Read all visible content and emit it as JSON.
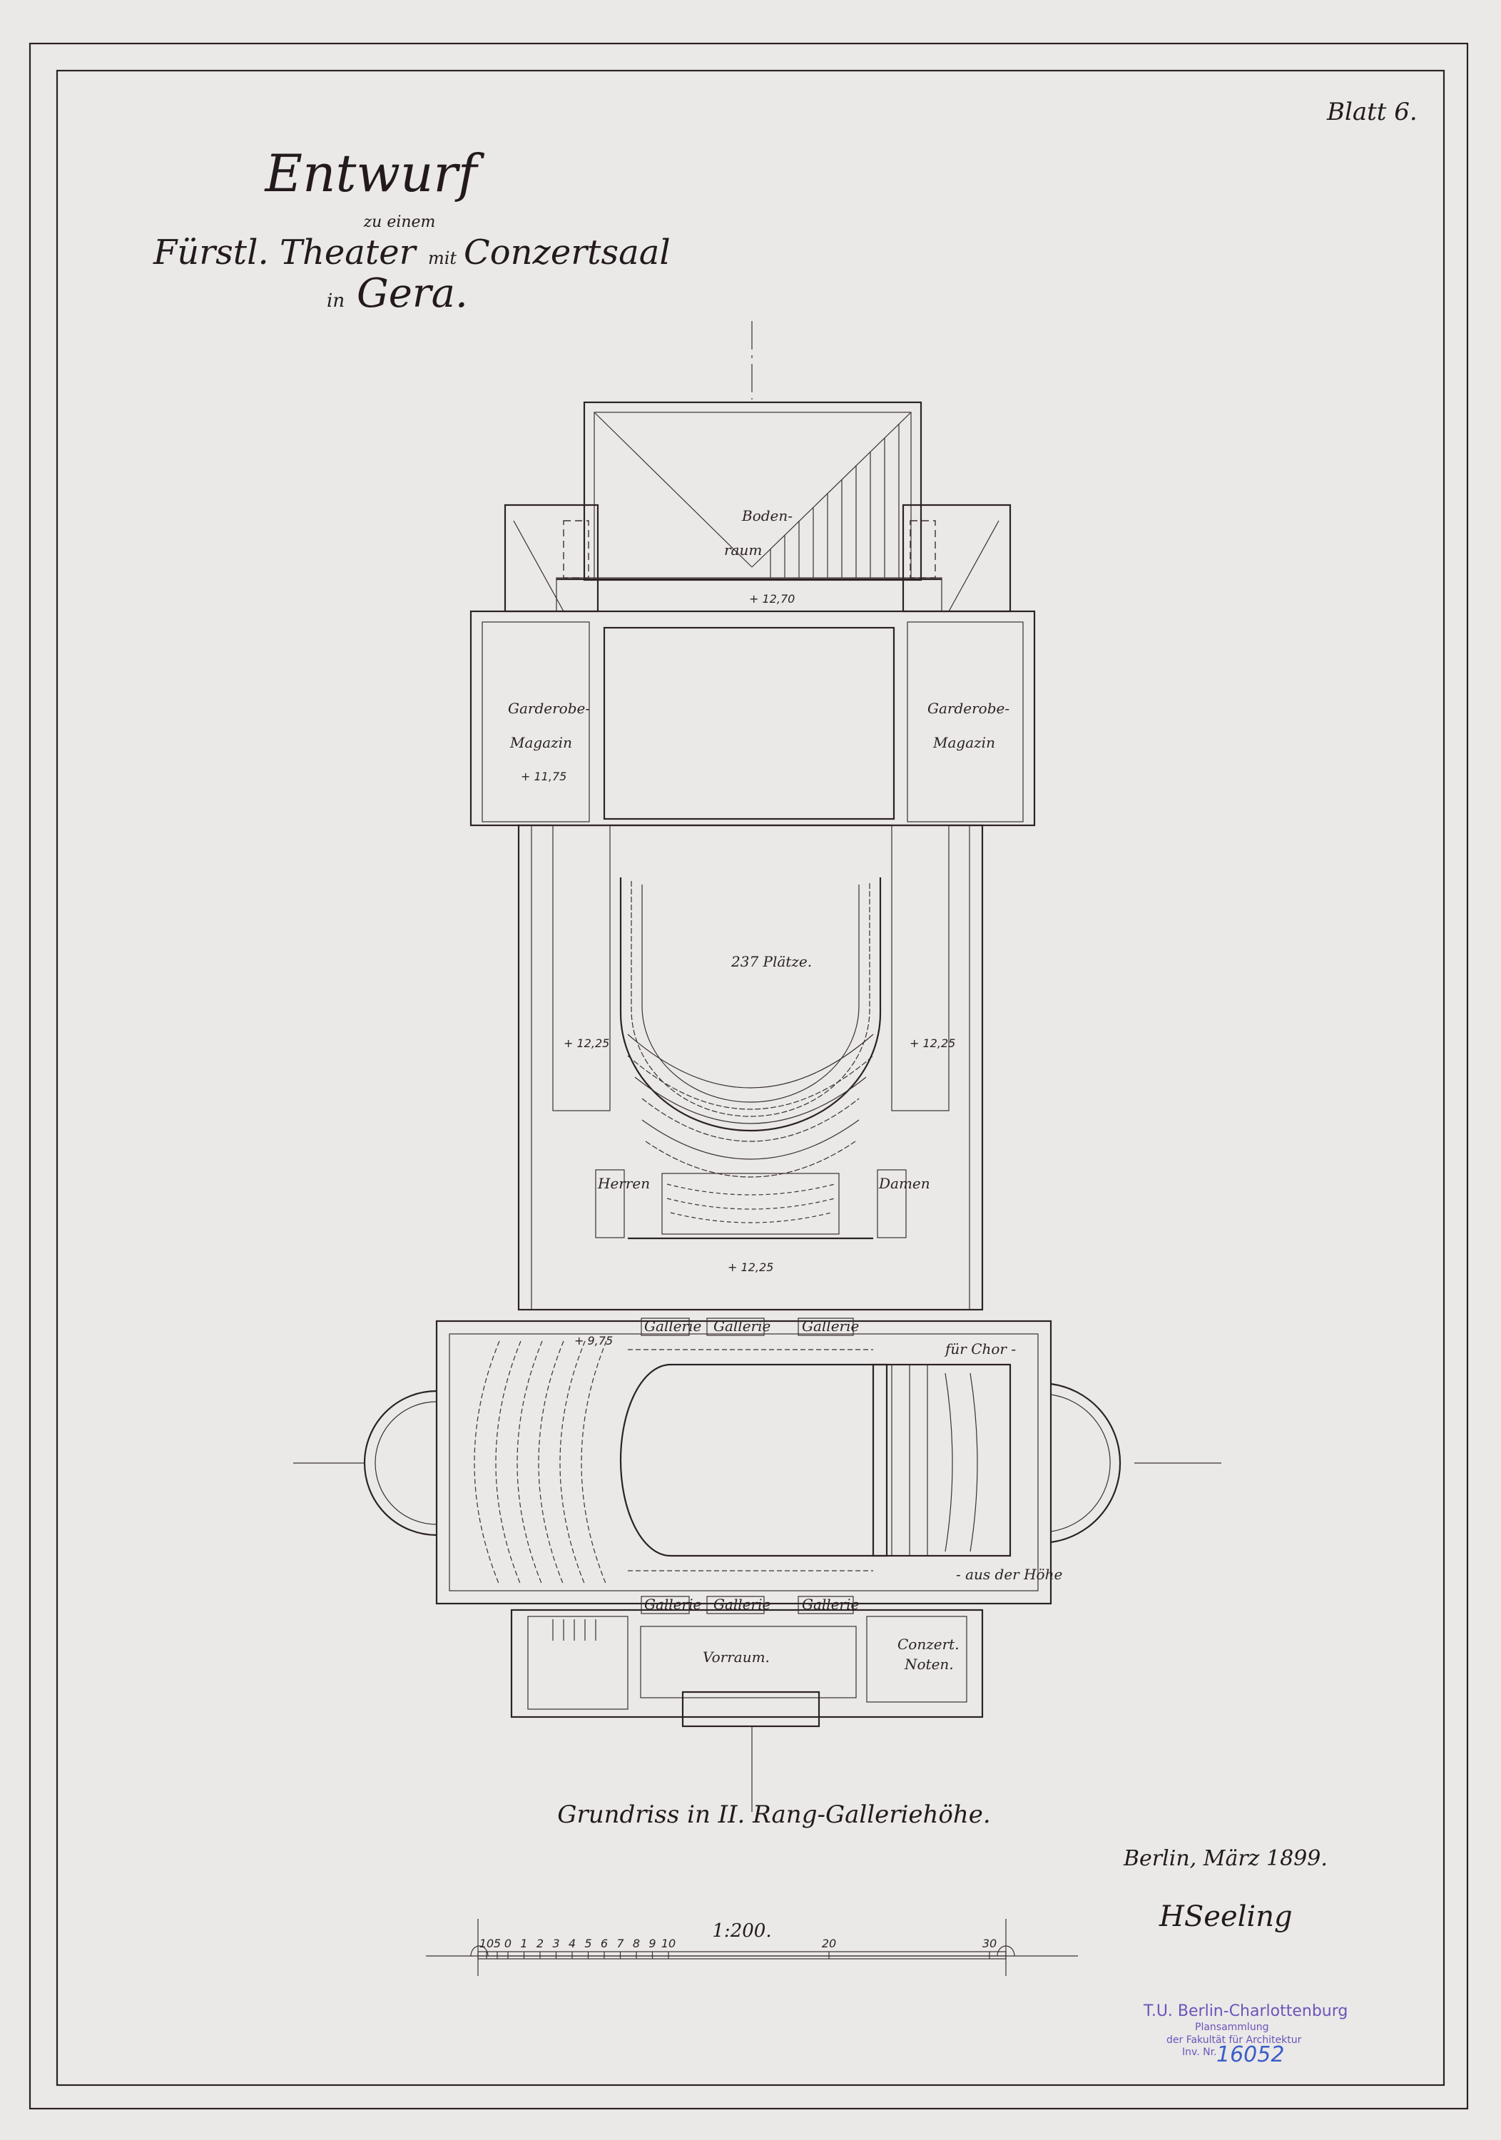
{
  "sheet_number": "Blatt 6.",
  "title": {
    "main": "Entwurf",
    "connector": "zu einem",
    "line2_a": "Fürstl. Theater",
    "line2_b": "mit",
    "line2_c": "Conzertsaal",
    "line3_a": "in",
    "line3_b": "Gera."
  },
  "plan_labels": {
    "bodenraum_1": "Boden-",
    "bodenraum_2": "raum",
    "level_bodenraum": "+ 12,70",
    "garderobe_left_1": "Garderobe-",
    "garderobe_left_2": "Magazin",
    "level_garderobe": "+ 11,75",
    "garderobe_right_1": "Garderobe-",
    "garderobe_right_2": "Magazin",
    "seats": "237 Plätze.",
    "level_left": "+ 12,25",
    "level_right": "+ 12,25",
    "level_foyer": "+ 12,25",
    "herren": "Herren",
    "damen": "Damen",
    "gallerie_top": [
      "Gallerie",
      "Gallerie",
      "Gallerie"
    ],
    "gallerie_bottom": [
      "Gallerie",
      "Gallerie",
      "Gallerie"
    ],
    "level_hall": "+ 9,75",
    "fuer_chor": "für Chor -",
    "aus_der_hoehe": "- aus der Höhe",
    "vorraum": "Vorraum.",
    "concert_1": "Conzert.",
    "concert_2": "Noten."
  },
  "caption": "Grundriss in II. Rang-Galleriehöhe.",
  "place_date": "Berlin, März 1899.",
  "signature": "HSeeling",
  "scale": {
    "label": "1:200.",
    "ticks": [
      "10",
      "5",
      "0",
      "1",
      "2",
      "3",
      "4",
      "5",
      "6",
      "7",
      "8",
      "9",
      "10",
      "20",
      "30"
    ]
  },
  "stamp": {
    "line1": "T.U. Berlin-Charlottenburg",
    "line2": "Plansammlung",
    "line3": "der Fakultät für Architektur",
    "line4": "Inv. Nr.",
    "inventory_number": "16052"
  },
  "colors": {
    "paper": "#ebe8e8",
    "ink": "#2b2224",
    "stamp": "#6a55b8",
    "pen": "#3a5fc8"
  }
}
